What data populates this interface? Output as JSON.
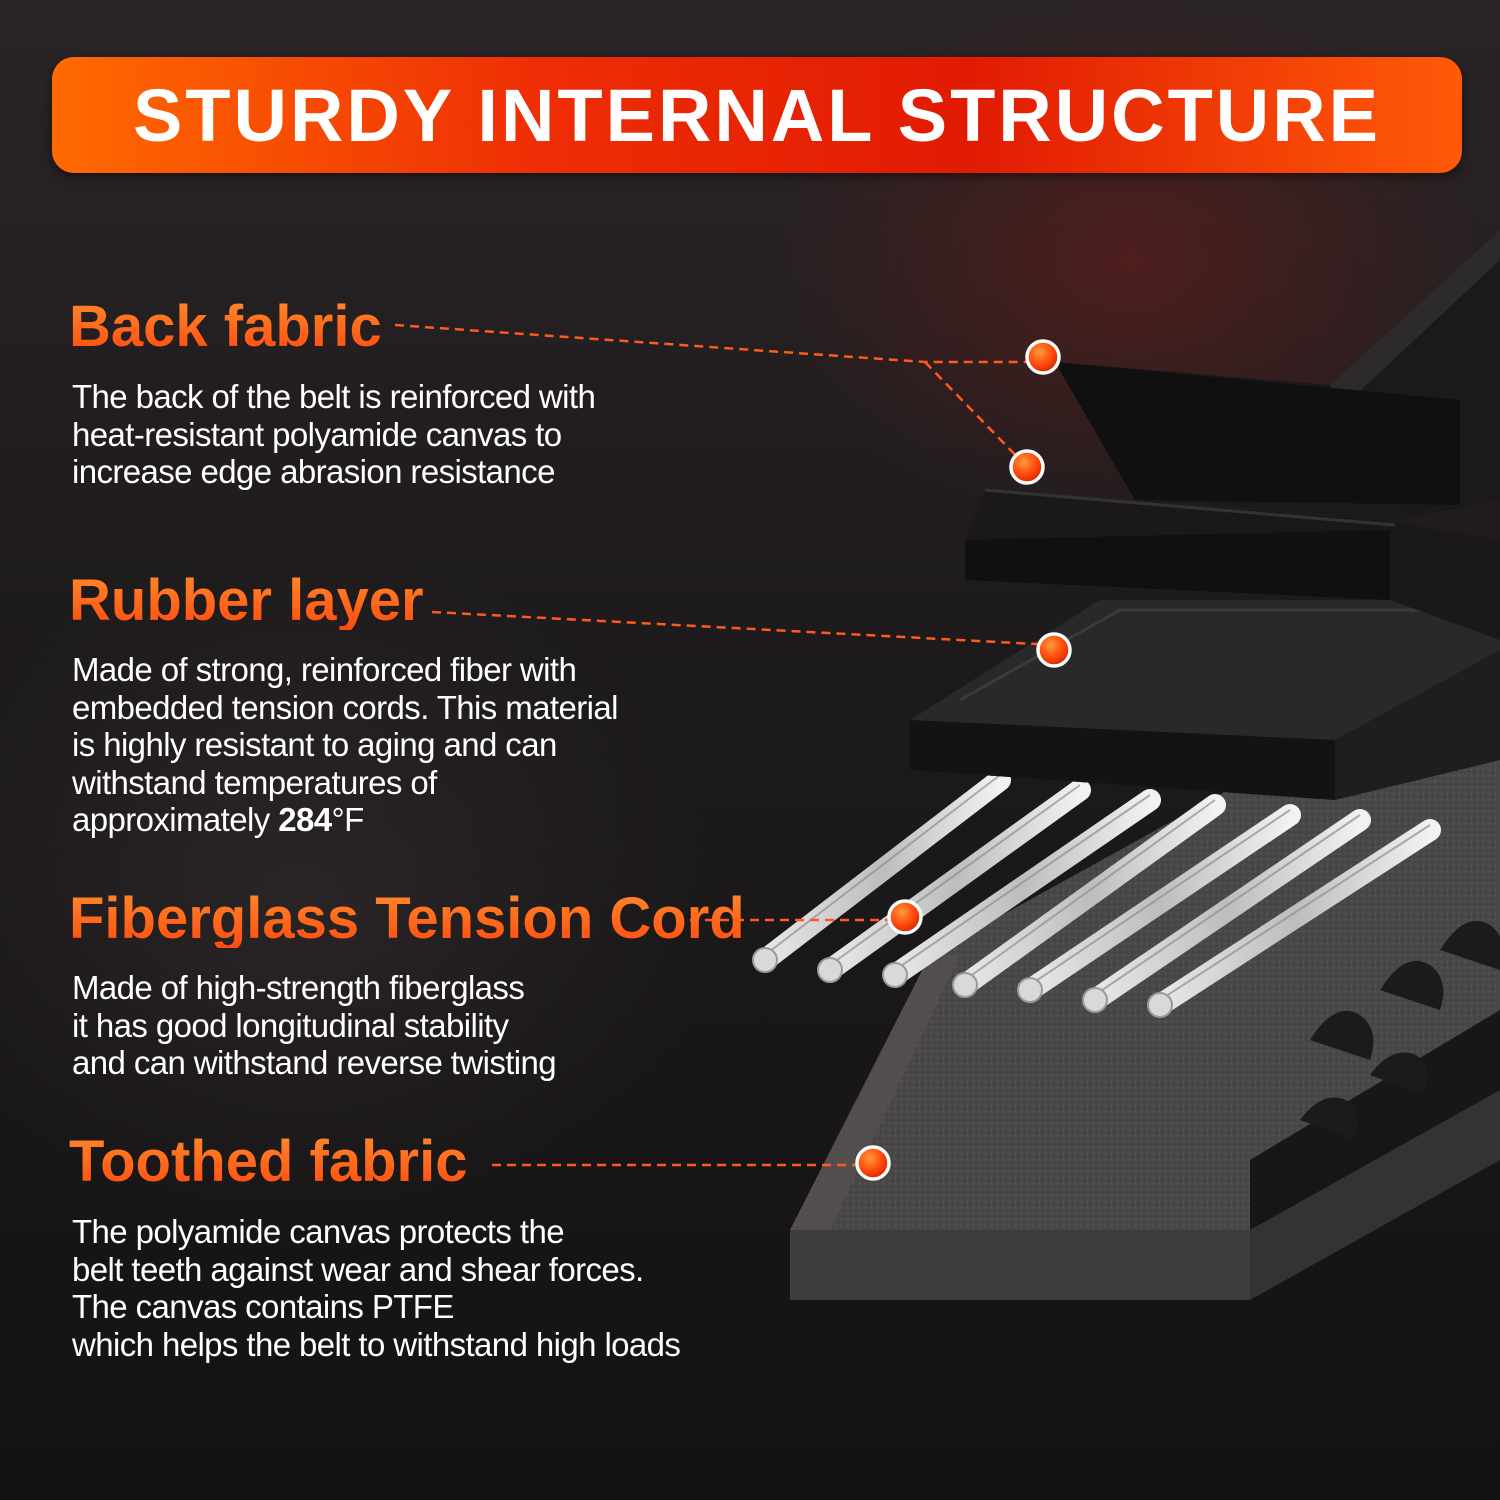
{
  "banner": {
    "title": "STURDY INTERNAL STRUCTURE"
  },
  "colors": {
    "accent": "#ff4a10",
    "banner_start": "#ff6a00",
    "banner_mid": "#e11b03",
    "text": "#ffffff",
    "background": "#1d1a1c"
  },
  "sections": [
    {
      "heading": "Back fabric",
      "lines": [
        "The back of the belt is reinforced with",
        "heat-resistant polyamide canvas to",
        "increase edge abrasion resistance"
      ]
    },
    {
      "heading": "Rubber layer",
      "lines": [
        "Made of strong, reinforced fiber with",
        "embedded tension cords. This material",
        "is highly resistant to aging and can",
        "withstand temperatures of"
      ],
      "last_line_prefix": "approximately ",
      "temperature_value": "284",
      "temperature_unit": "°F"
    },
    {
      "heading": "Fiberglass Tension Cord",
      "lines": [
        "Made of high-strength fiberglass",
        "it has good longitudinal stability",
        "and can withstand reverse twisting"
      ]
    },
    {
      "heading": "Toothed fabric",
      "lines": [
        "The polyamide canvas protects the",
        "belt teeth against wear and shear forces.",
        "The canvas contains PTFE",
        "which helps the belt to withstand high loads"
      ]
    }
  ]
}
